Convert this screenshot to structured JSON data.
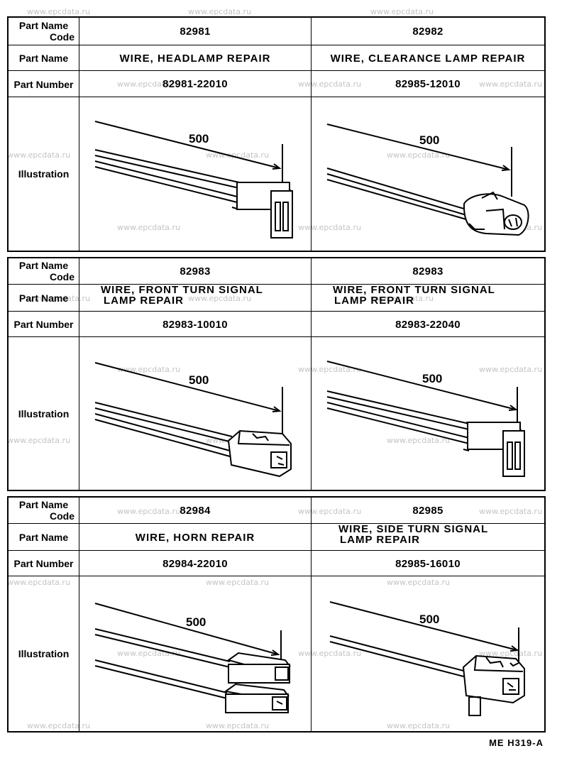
{
  "watermark": "www.epcdata.ru",
  "labels": {
    "code_line1": "Part Name",
    "code_line2": "Code",
    "part_name": "Part Name",
    "part_number": "Part Number",
    "illustration": "Illustration"
  },
  "dimension_label": "500",
  "blocks": [
    {
      "a": {
        "code": "82981",
        "name_line1": "WIRE, HEADLAMP REPAIR",
        "name_line2": "",
        "number": "82981-22010"
      },
      "b": {
        "code": "82982",
        "name_line1": "WIRE, CLEARANCE LAMP REPAIR",
        "name_line2": "",
        "number": "82985-12010"
      }
    },
    {
      "a": {
        "code": "82983",
        "name_line1": "WIRE, FRONT TURN SIGNAL",
        "name_line2": "LAMP REPAIR",
        "number": "82983-10010"
      },
      "b": {
        "code": "82983",
        "name_line1": "WIRE, FRONT TURN SIGNAL",
        "name_line2": "LAMP REPAIR",
        "number": "82983-22040"
      }
    },
    {
      "a": {
        "code": "82984",
        "name_line1": "WIRE, HORN REPAIR",
        "name_line2": "",
        "number": "82984-22010"
      },
      "b": {
        "code": "82985",
        "name_line1": "WIRE, SIDE TURN SIGNAL",
        "name_line2": "LAMP REPAIR",
        "number": "82985-16010"
      }
    }
  ],
  "footer": "ME H319-A"
}
